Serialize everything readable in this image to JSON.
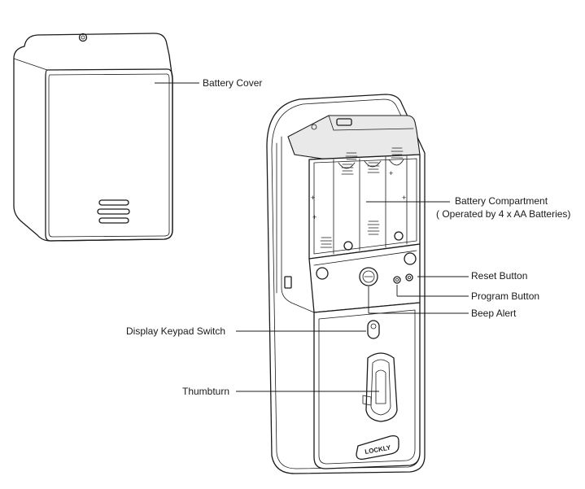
{
  "labels": {
    "battery_cover": "Battery Cover",
    "battery_compartment": "Battery Compartment",
    "battery_compartment_note": "( Operated by 4 x AA Batteries)",
    "reset_button": "Reset Button",
    "program_button": "Program Button",
    "beep_alert": "Beep Alert",
    "display_keypad_switch": "Display Keypad Switch",
    "thumbturn": "Thumbturn"
  },
  "logo_text": "LOCKLY"
}
